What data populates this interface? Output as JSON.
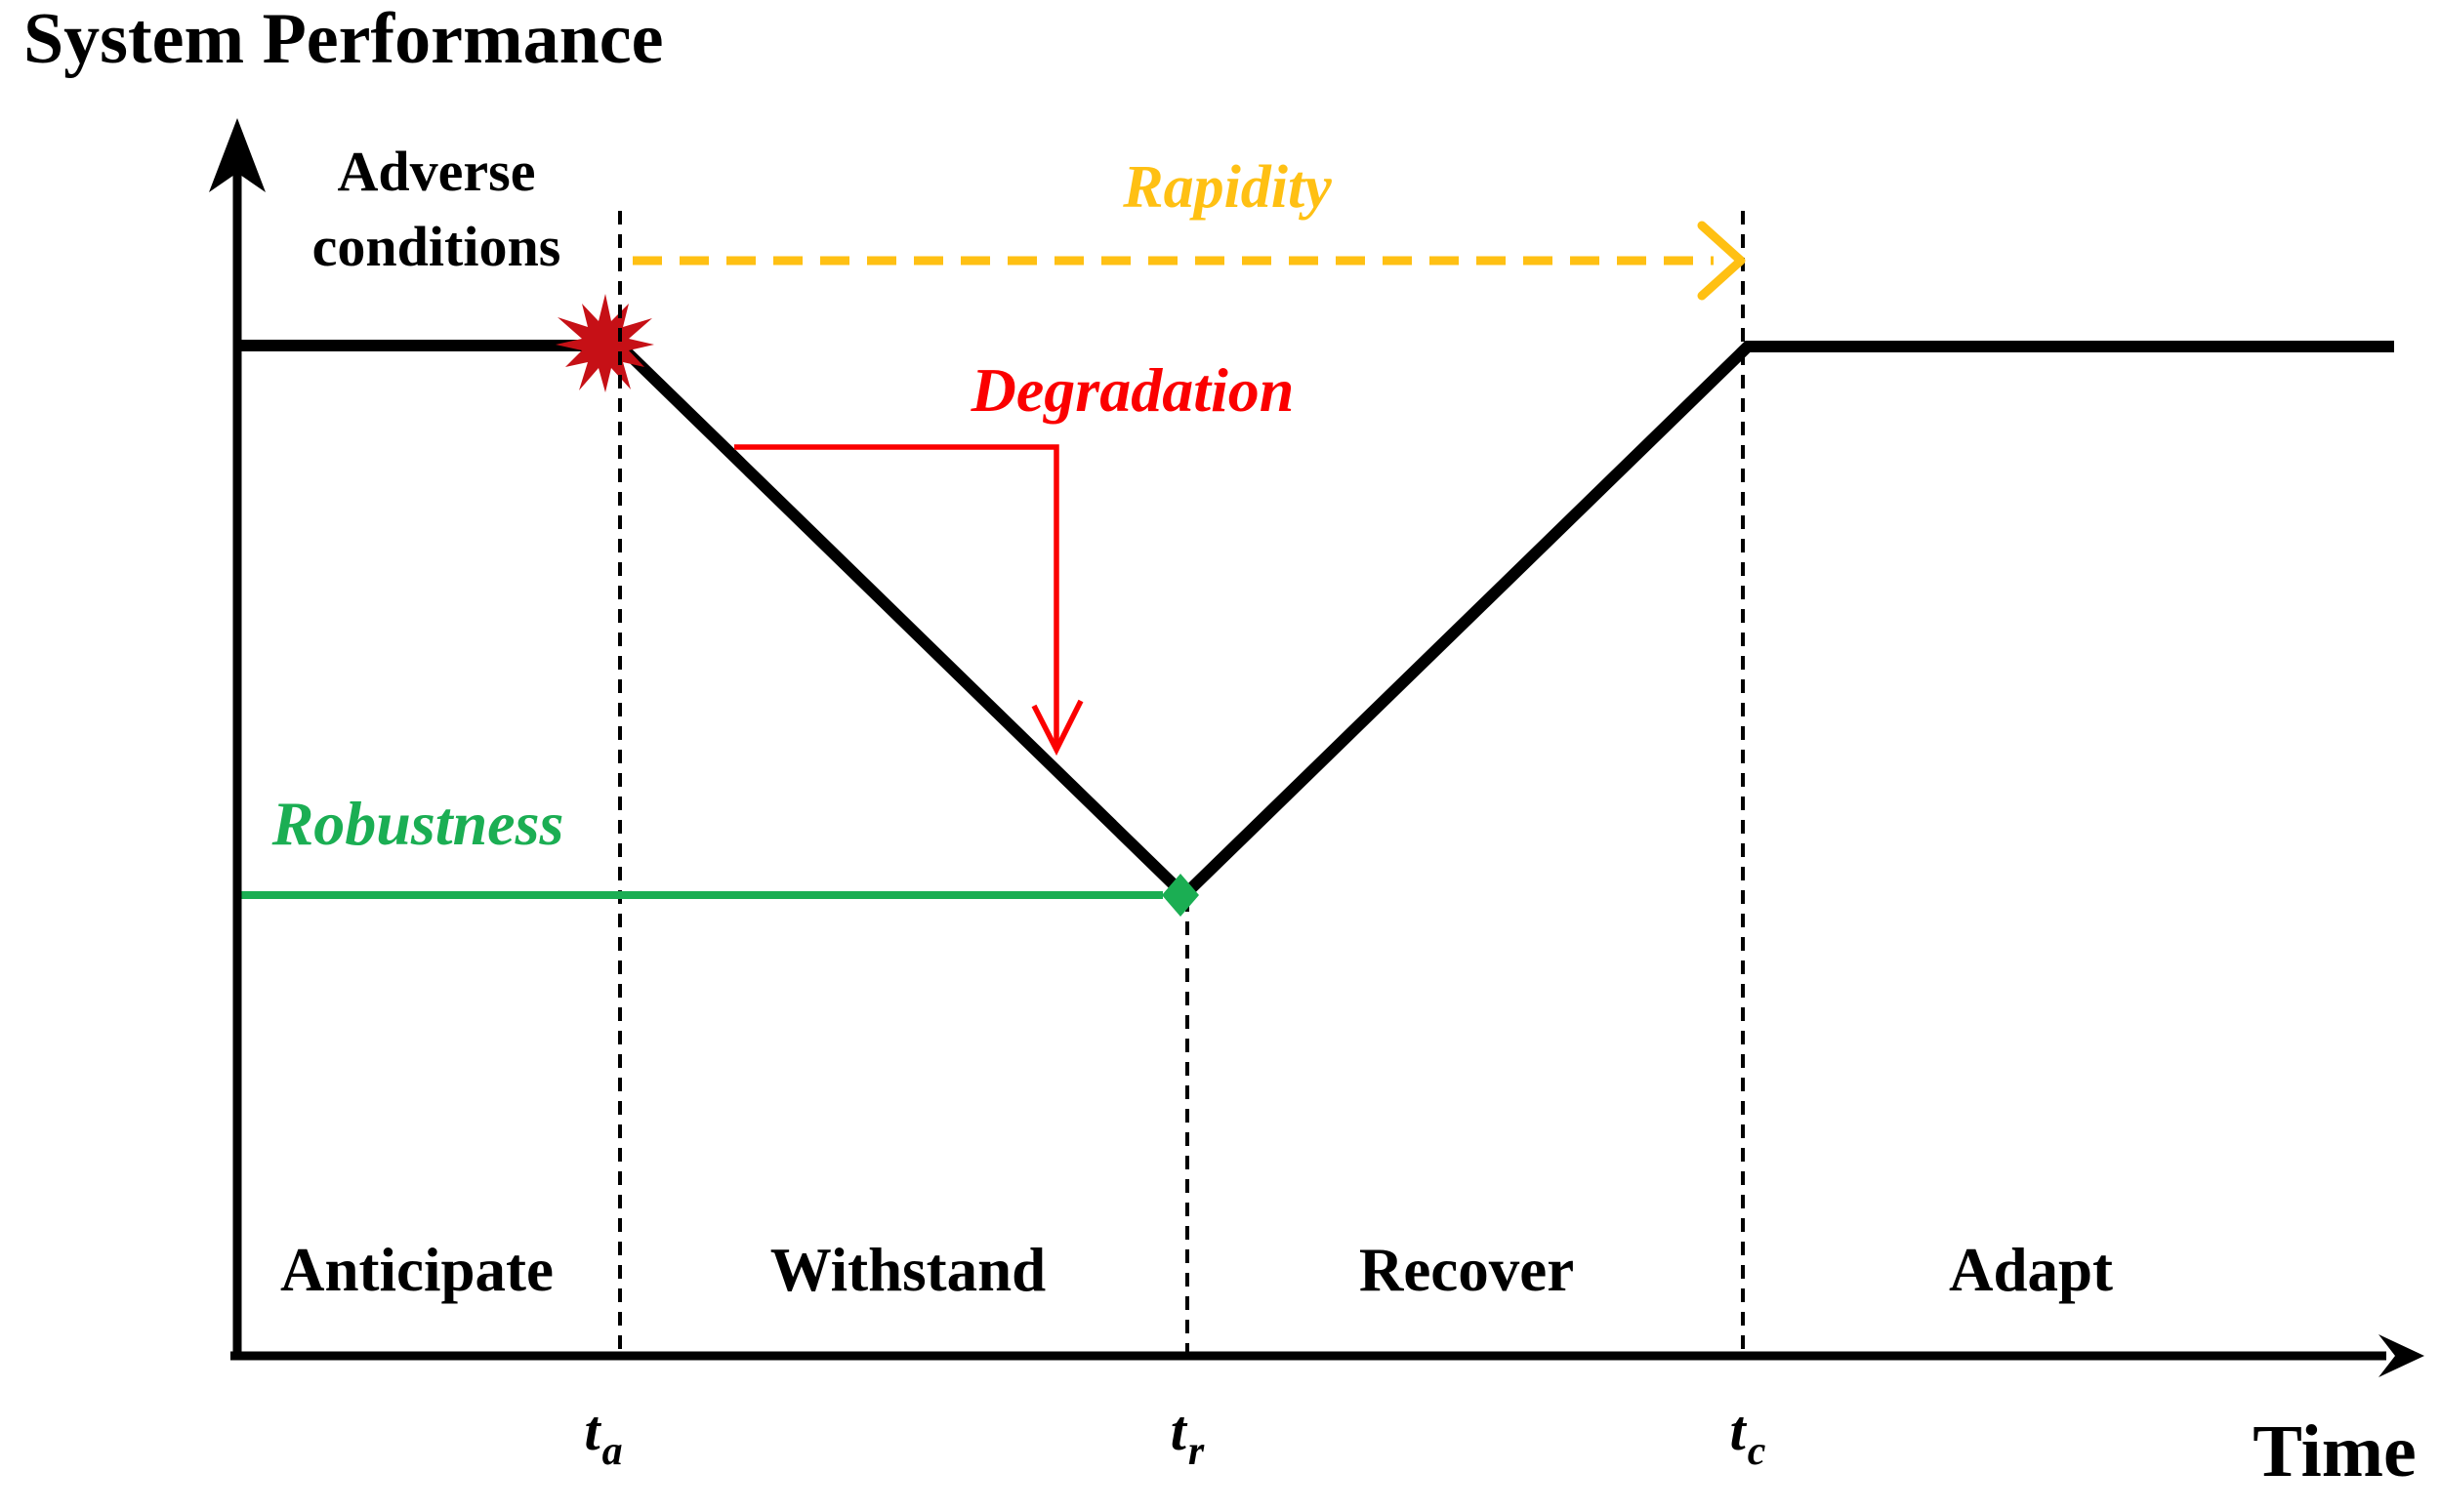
{
  "diagram": {
    "y_axis_label": "System Performance",
    "x_axis_label": "Time",
    "annotations": {
      "adverse_conditions": {
        "line1": "Adverse",
        "line2": "conditions"
      },
      "rapidity": {
        "label": "Rapidity"
      },
      "degradation": {
        "label": "Degradation"
      },
      "robustness": {
        "label": "Robustness"
      }
    },
    "phases": [
      {
        "label": "Anticipate"
      },
      {
        "label": "Withstand"
      },
      {
        "label": "Recover"
      },
      {
        "label": "Adapt"
      }
    ],
    "time_markers": [
      {
        "base": "t",
        "subscript": "a"
      },
      {
        "base": "t",
        "subscript": "r"
      },
      {
        "base": "t",
        "subscript": "c"
      }
    ],
    "colors": {
      "curve": "#000000",
      "burst": "#C61016",
      "rapidity": "#FFC013",
      "degradation": "#FB0000",
      "robustness": "#1BAE53"
    }
  },
  "chart_data": {
    "type": "line",
    "title": "System performance resilience curve over time",
    "xlabel": "Time",
    "ylabel": "System Performance",
    "x_tick_labels": [
      "ta",
      "tr",
      "tc"
    ],
    "phases": [
      "Anticipate",
      "Withstand",
      "Recover",
      "Adapt"
    ],
    "series": [
      {
        "name": "System performance",
        "x": [
          "origin",
          "ta",
          "tr",
          "tc",
          "end"
        ],
        "y_percent": [
          100,
          100,
          46,
          100,
          100
        ]
      }
    ],
    "annotations": [
      {
        "label": "Adverse conditions",
        "at": "ta",
        "marker": "burst-star"
      },
      {
        "label": "Rapidity",
        "span": [
          "ta",
          "tc"
        ],
        "style": "yellow dashed arrow"
      },
      {
        "label": "Degradation",
        "style": "red right-angle arrow from curve down to lowest point"
      },
      {
        "label": "Robustness",
        "span": [
          "axis",
          "tr"
        ],
        "style": "green line with diamond at lowest point"
      }
    ],
    "legend": false,
    "grid": false
  }
}
